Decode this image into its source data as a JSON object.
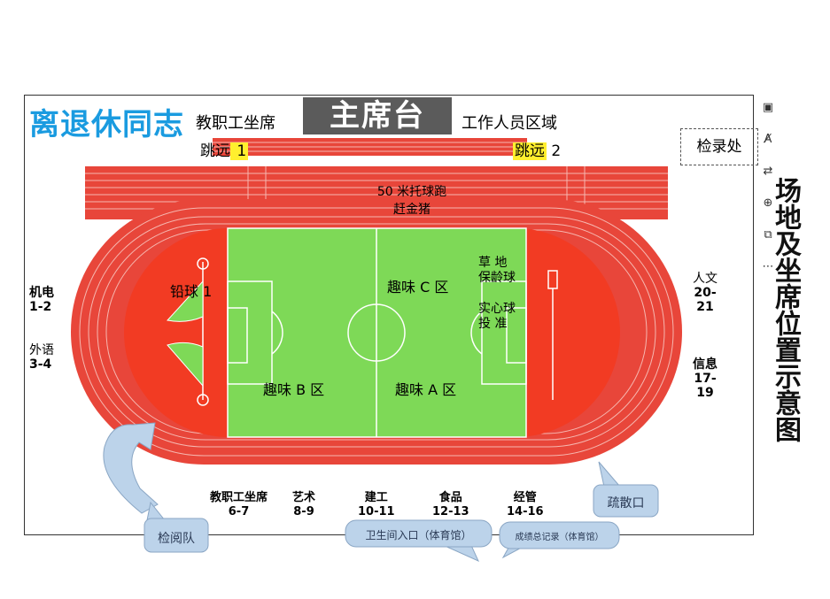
{
  "header": {
    "retiree_label": "离退休同志",
    "staff_seat_label": "教职工坐席",
    "main_stand_label": "主席台",
    "staff_area_label": "工作人员区域"
  },
  "long_jump": [
    {
      "label": "跳远",
      "num": " 1"
    },
    {
      "label": "跳远",
      "num": " 2"
    }
  ],
  "checkin_label": "检录处",
  "side_title": "场地及坐席位置示意图",
  "track": {
    "relay_line1": "50 米托球跑",
    "relay_line2": "赶金猪"
  },
  "field": {
    "shot_put": "铅球 1",
    "fun_c": "趣味 C 区",
    "fun_b": "趣味 B 区",
    "fun_a": "趣味 A 区",
    "grass_bowling_1": "草  地",
    "grass_bowling_2": "保龄球",
    "medicine_ball_1": "实心球",
    "medicine_ball_2": "投  准"
  },
  "departments_left": [
    {
      "name": "机电",
      "seats": "1-2"
    },
    {
      "name": "外语",
      "seats": "3-4"
    }
  ],
  "departments_right": [
    {
      "name": "人文",
      "seats": "20-21"
    },
    {
      "name": "信息",
      "seats": "17-19"
    }
  ],
  "departments_bottom": [
    {
      "name": "教职工坐席",
      "seats": "6-7"
    },
    {
      "name": "艺术",
      "seats": "8-9"
    },
    {
      "name": "建工",
      "seats": "10-11"
    },
    {
      "name": "食品",
      "seats": "12-13"
    },
    {
      "name": "经管",
      "seats": "14-16"
    }
  ],
  "callouts": {
    "review_team": "检阅队",
    "evacuation": "疏散口",
    "restroom": "卫生间入口（体育馆）",
    "results": "成绩总记录（体育馆）"
  },
  "toolbar": [
    "image-edit-icon",
    "text-edit-icon",
    "convert-icon",
    "zoom-icon",
    "screenshot-icon",
    "more-icon"
  ],
  "colors": {
    "title_blue": "#1a9be0",
    "track_red": "#e8463a",
    "field_green": "#7ed957",
    "stand_gray": "#5b5b5b",
    "callout_blue": "#bcd3ea"
  }
}
